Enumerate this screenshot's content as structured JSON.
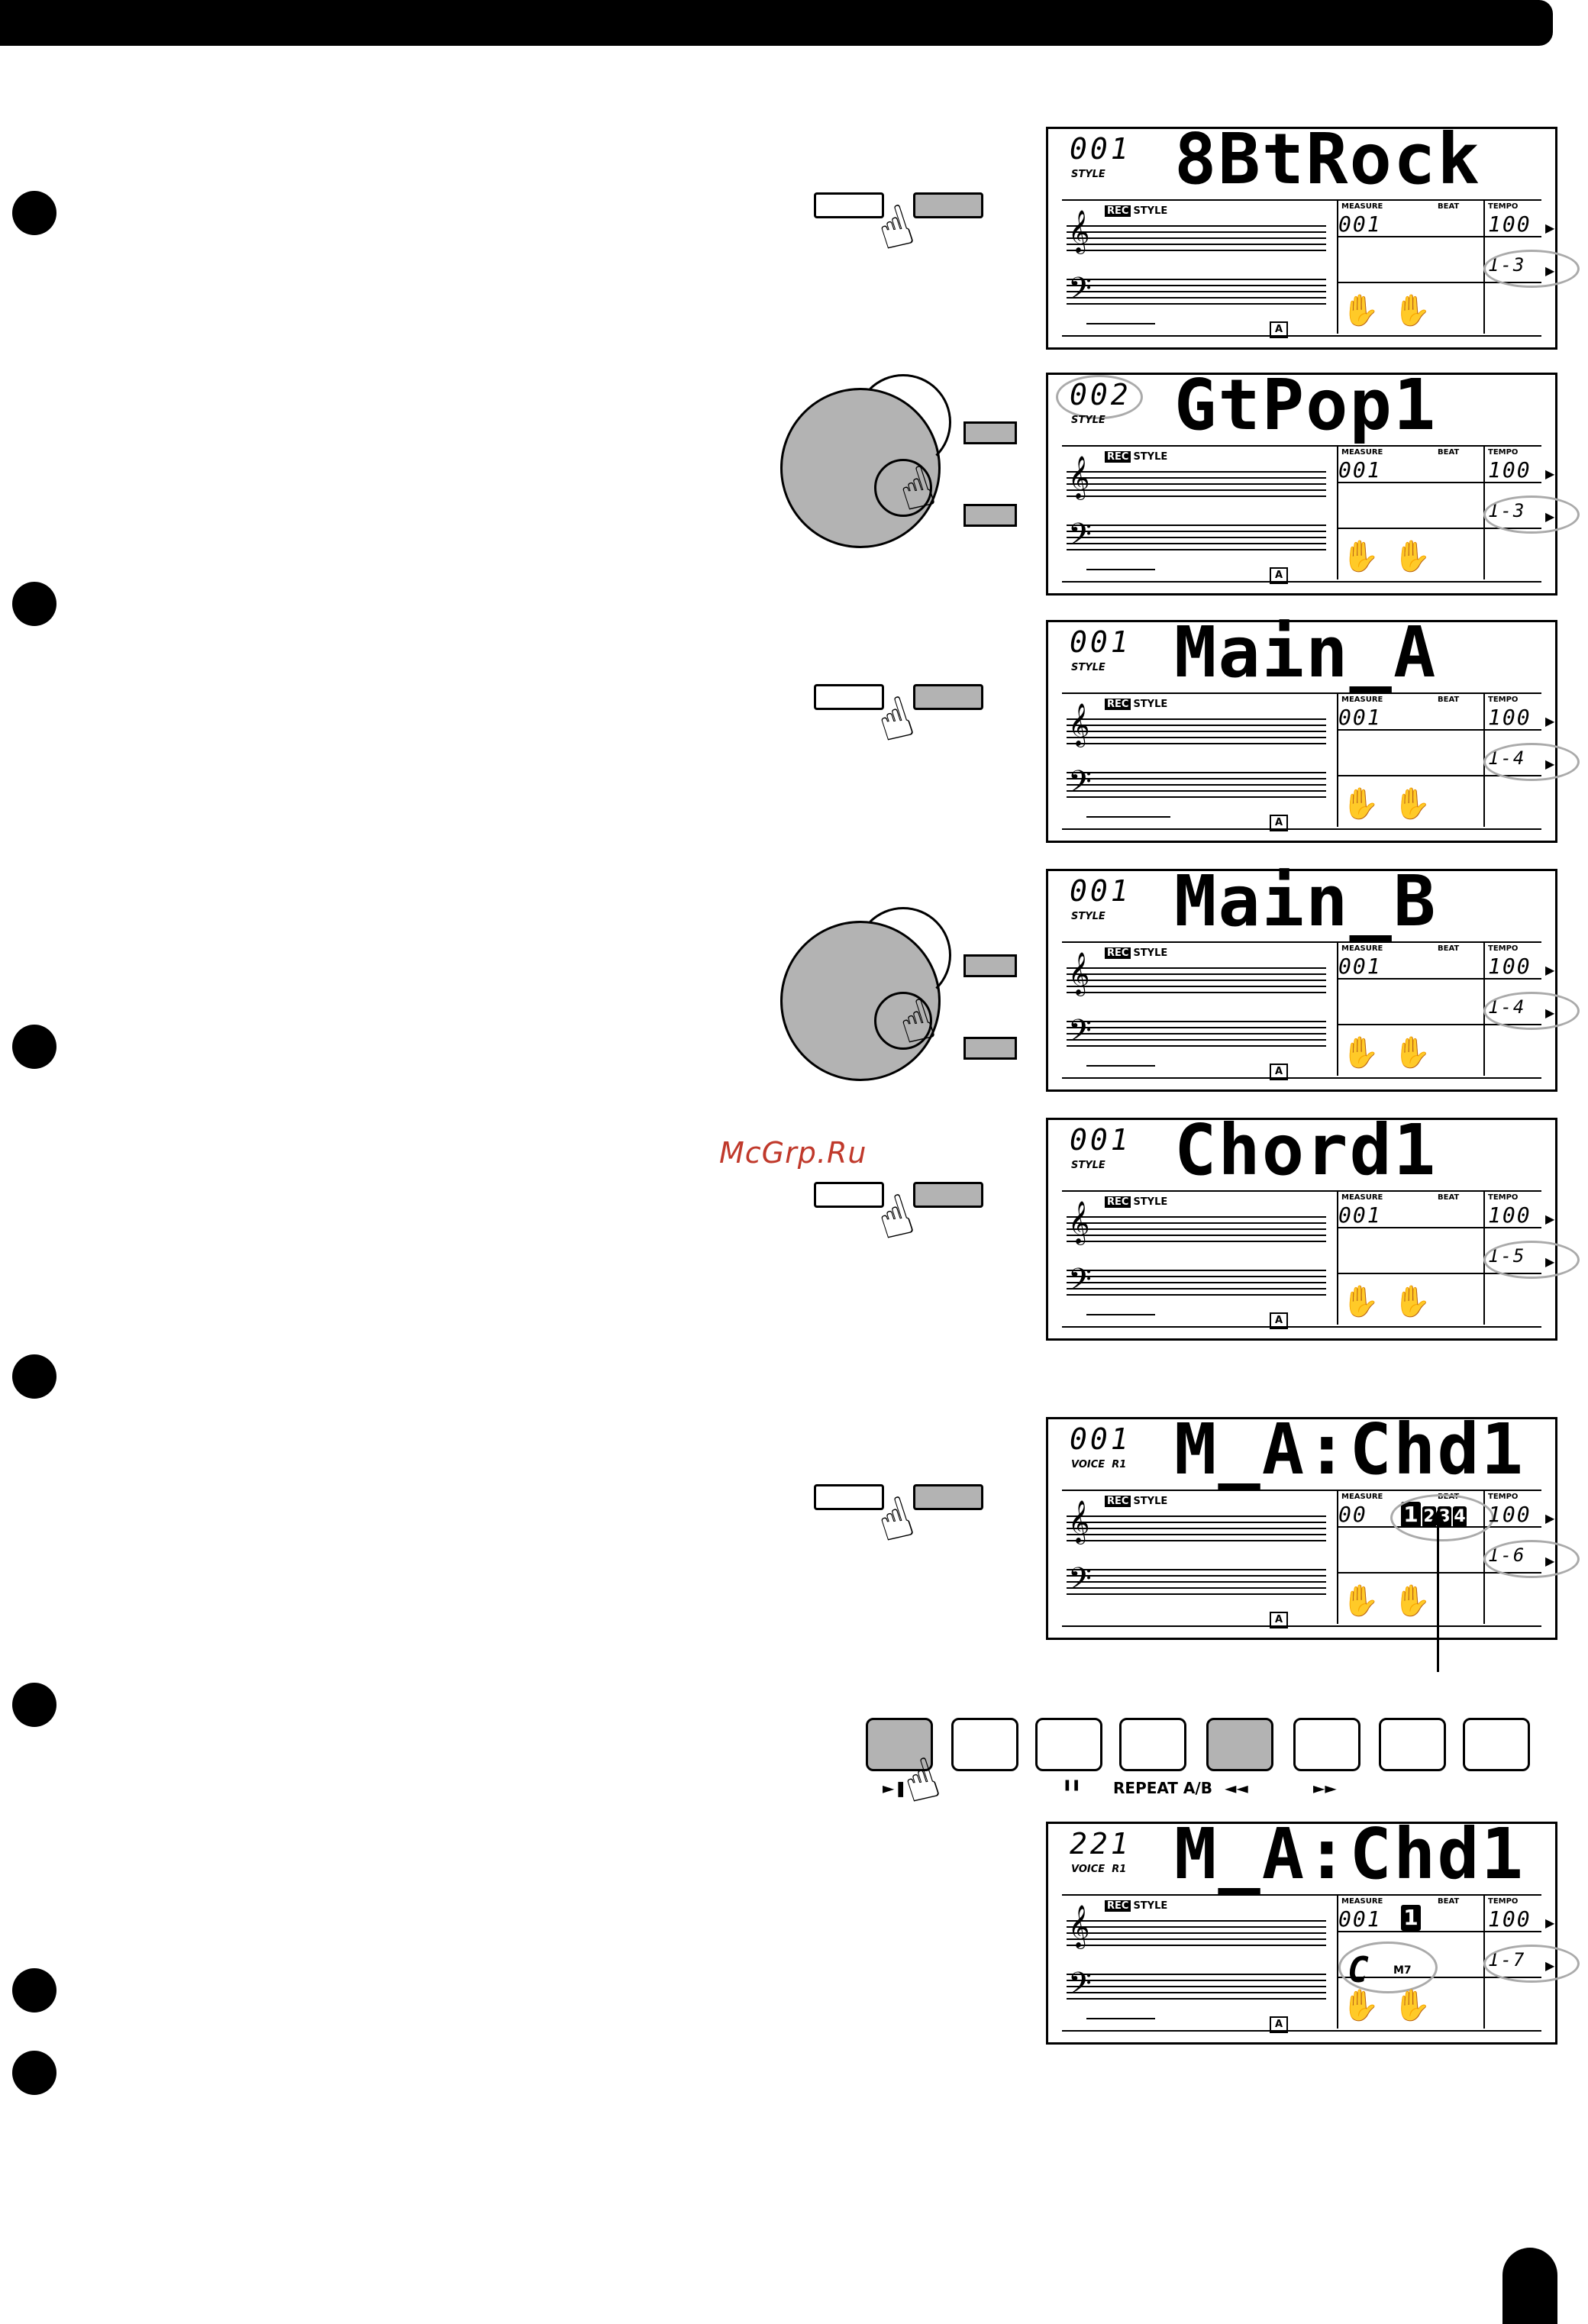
{
  "watermark": "McGrp.Ru",
  "lcd_common": {
    "rec_label": "REC",
    "style_label": "STYLE",
    "measure_label": "MEASURE",
    "beat_label": "BEAT",
    "tempo_label": "TEMPO",
    "a_label": "A"
  },
  "panels": [
    {
      "num": "001",
      "mode": "STYLE",
      "name": "8BtRock",
      "measure": "001",
      "tempo": "100",
      "part": "1-3"
    },
    {
      "num": "002",
      "mode": "STYLE",
      "name": "GtPop1",
      "measure": "001",
      "tempo": "100",
      "part": "1-3"
    },
    {
      "num": "001",
      "mode": "STYLE",
      "name": "Main_A",
      "measure": "001",
      "tempo": "100",
      "part": "1-4"
    },
    {
      "num": "001",
      "mode": "STYLE",
      "name": "Main_B",
      "measure": "001",
      "tempo": "100",
      "part": "1-4"
    },
    {
      "num": "001",
      "mode": "STYLE",
      "name": "Chord1",
      "measure": "001",
      "tempo": "100",
      "part": "1-5"
    },
    {
      "num": "001",
      "mode": "VOICE",
      "r1": "R1",
      "name": "M_A:Chd1",
      "measure": "00",
      "tempo": "100",
      "part": "1-6",
      "beats": [
        "1",
        "2",
        "3",
        "4"
      ]
    },
    {
      "num": "221",
      "mode": "VOICE",
      "r1": "R1",
      "name": "M_A:Chd1",
      "measure": "001",
      "beat": "1",
      "tempo": "100",
      "part": "1-7",
      "chord_root": "C",
      "chord_type": "M7"
    }
  ],
  "controls": {
    "play_label": "►❚",
    "pause_label": "❚❚",
    "repeat_label": "REPEAT A/B",
    "rewind_label": "◄◄",
    "ff_label": "►►"
  }
}
